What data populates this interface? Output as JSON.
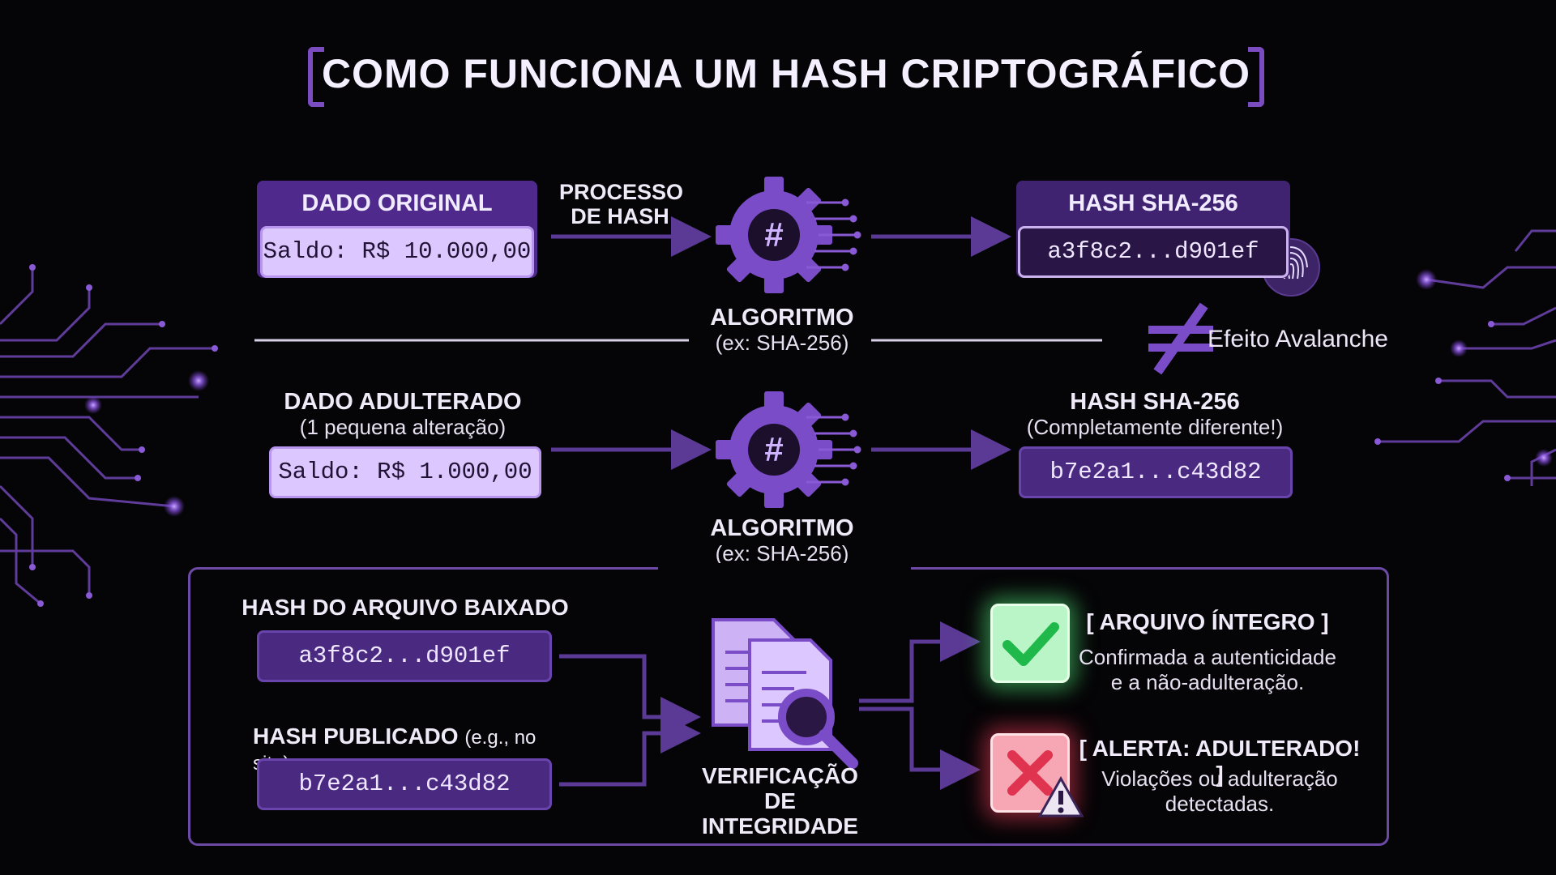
{
  "title": "COMO FUNCIONA UM HASH CRIPTOGRÁFICO",
  "colors": {
    "accent": "#7a4cc0",
    "box_dark": "#4a2a80",
    "box_light": "#dcc7ff",
    "ok": "#2fd15a",
    "alert": "#e8334f"
  },
  "row1": {
    "input_header": "DADO ORIGINAL",
    "input_value": "Saldo: R$ 10.000,00",
    "process_label": "PROCESSO DE HASH",
    "algorithm_label": "ALGORITMO",
    "algorithm_sub": "(ex: SHA-256)",
    "output_header": "HASH SHA-256",
    "output_value": "a3f8c2...d901ef",
    "output_icon": "fingerprint-icon"
  },
  "divider": {
    "label": "Efeito Avalanche",
    "icon": "not-equal-icon"
  },
  "row2": {
    "input_header": "DADO ADULTERADO",
    "input_sub": "(1 pequena alteração)",
    "input_value": "Saldo: R$ 1.000,00",
    "algorithm_label": "ALGORITMO",
    "algorithm_sub": "(ex: SHA-256)",
    "output_header": "HASH SHA-256",
    "output_sub": "(Completamente diferente!)",
    "output_value": "b7e2a1...c43d82"
  },
  "verification": {
    "downloaded_label": "HASH DO ARQUIVO BAIXADO",
    "downloaded_value": "a3f8c2...d901ef",
    "published_label": "HASH PUBLICADO",
    "published_note": "(e.g., no site)",
    "published_value": "b7e2a1...c43d82",
    "center_label": "VERIFICAÇÃO DE INTEGRIDADE",
    "center_icon": "document-magnifier-icon",
    "ok_title": "[ ARQUIVO ÍNTEGRO ]",
    "ok_desc": "Confirmada a autenticidade e a não-adulteração.",
    "alert_title": "[ ALERTA: ADULTERADO! ]",
    "alert_desc": "Violações ou adulteração detectadas."
  }
}
